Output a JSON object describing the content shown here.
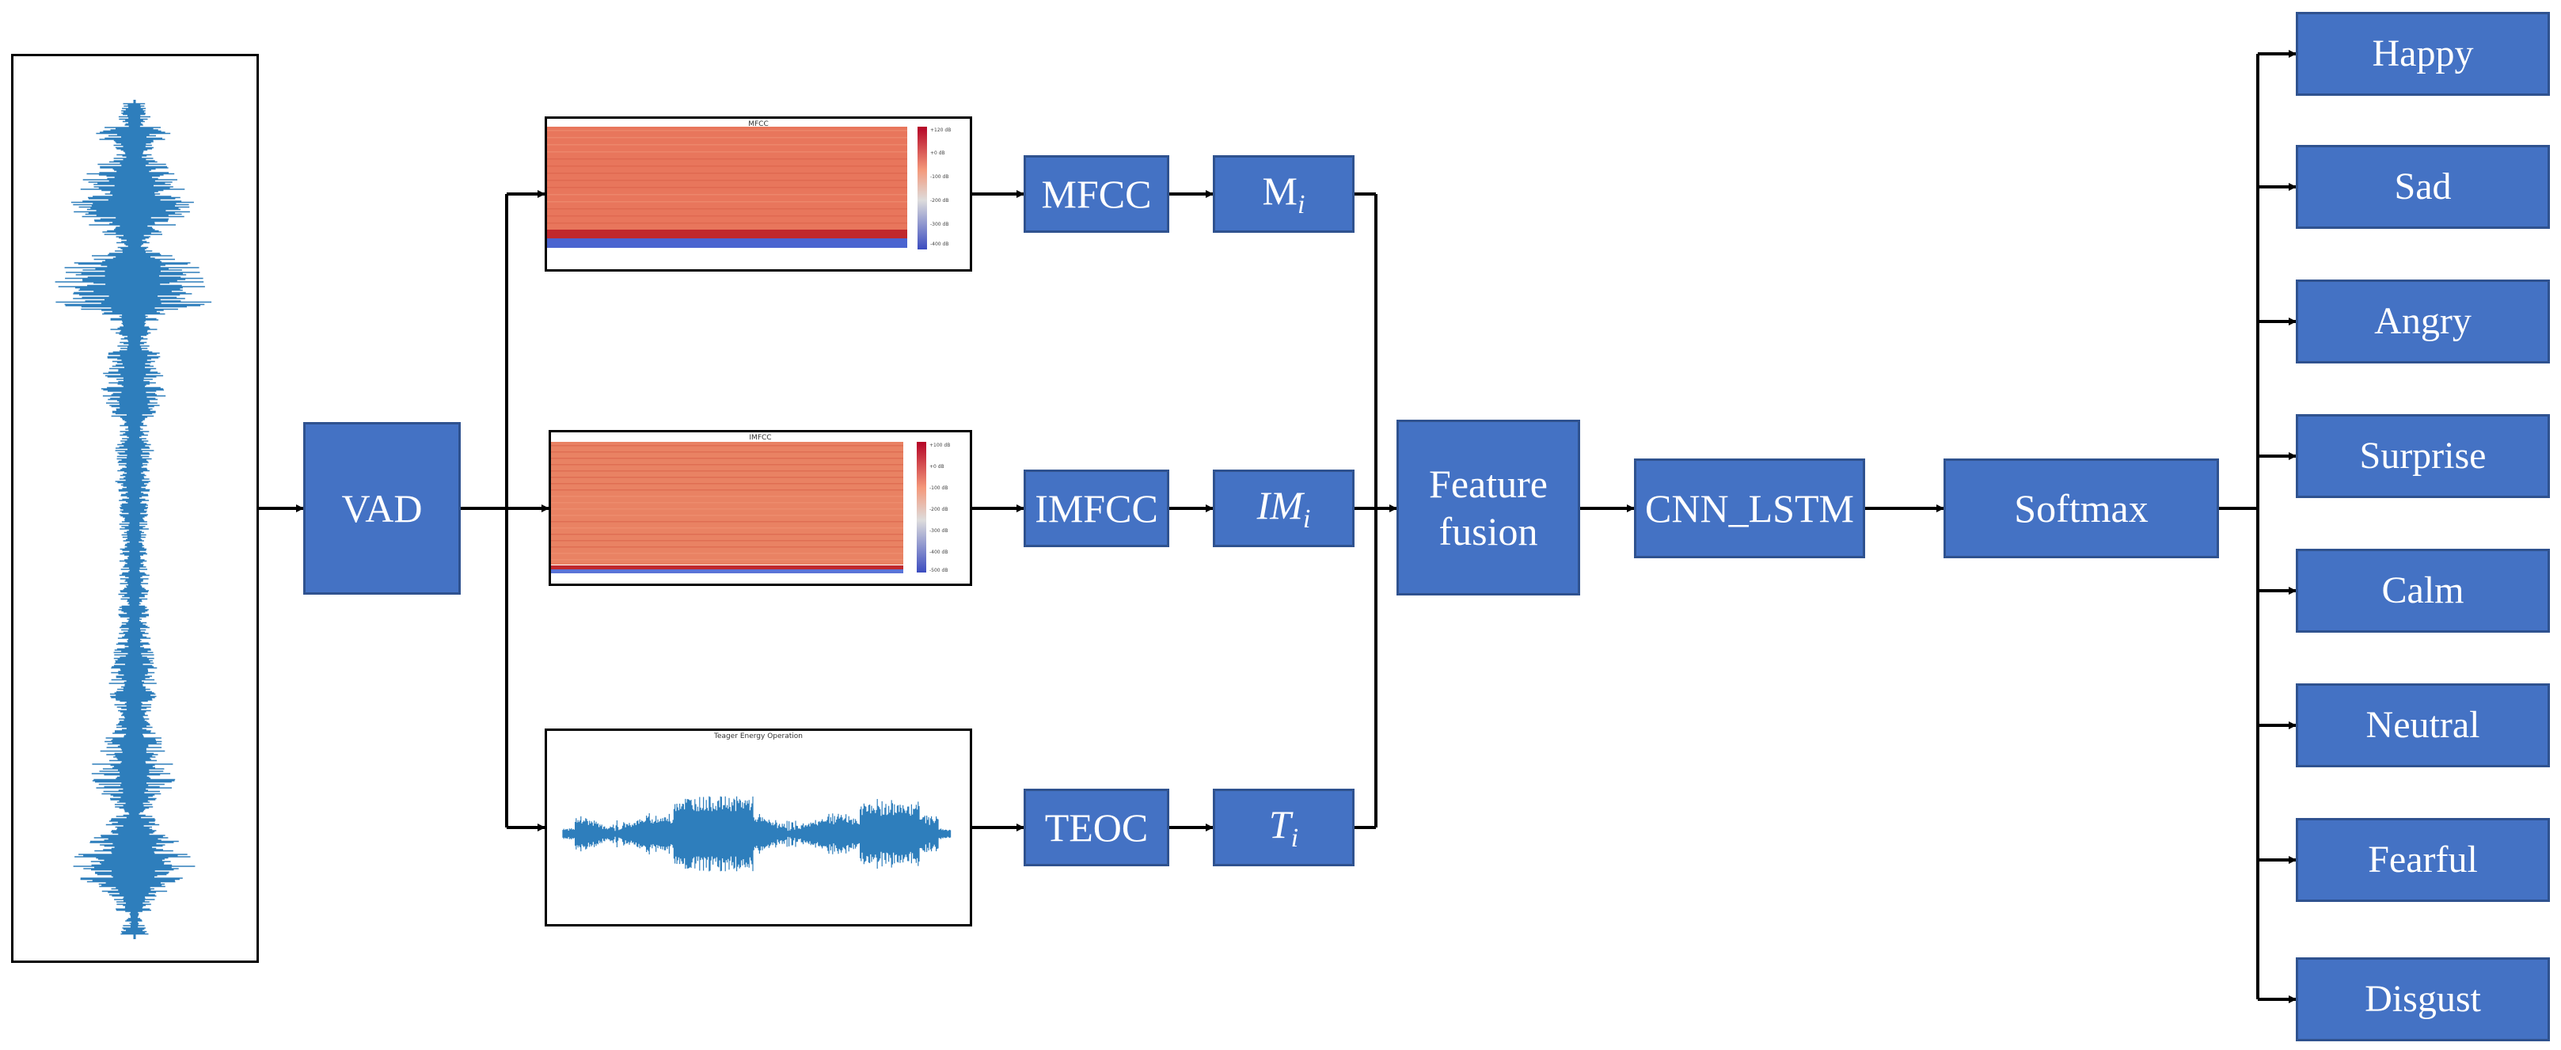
{
  "input_waveform": {},
  "vad": {
    "label": "VAD"
  },
  "feature_images": {
    "mfcc_title": "MFCC",
    "imfcc_title": "IMFCC",
    "teo_title": "Teager Energy Operation"
  },
  "features": {
    "mfcc": "MFCC",
    "imfcc": "IMFCC",
    "teoc": "TEOC"
  },
  "vectors": {
    "m": {
      "base": "M",
      "sub": "i"
    },
    "im": {
      "base": "IM",
      "sub": "i"
    },
    "t": {
      "base": "T",
      "sub": "i"
    }
  },
  "fusion": {
    "line1": "Feature",
    "line2": "fusion"
  },
  "model": {
    "label": "CNN_LSTM"
  },
  "softmax": {
    "label": "Softmax"
  },
  "emotions": [
    "Happy",
    "Sad",
    "Angry",
    "Surprise",
    "Calm",
    "Neutral",
    "Fearful",
    "Disgust"
  ],
  "colors": {
    "box_fill": "#4472c4",
    "box_border": "#2f528f",
    "waveform": "#2e7ebc",
    "heatmap_warm": "#e8765c",
    "heatmap_cool": "#3b4cc0"
  }
}
